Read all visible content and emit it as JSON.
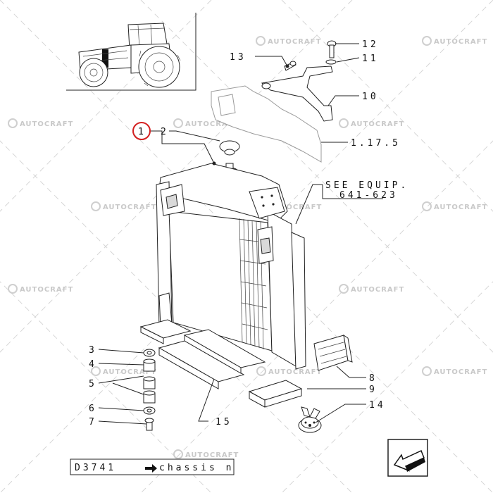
{
  "callouts": {
    "c1": "1",
    "c2": "2",
    "c3": "3",
    "c4": "4",
    "c5": "5",
    "c6": "6",
    "c7": "7",
    "c8": "8",
    "c9": "9",
    "c10": "10",
    "c11": "11",
    "c12": "12",
    "c13": "13",
    "c14": "14",
    "c15": "15",
    "c1175": "1.17.5"
  },
  "see_equip": {
    "line1": "SEE EQUIP.",
    "line2": "641-623"
  },
  "footer": {
    "code": "D3741",
    "suffix": "chassis n"
  },
  "watermark": "AUTOCRAFT",
  "colors": {
    "highlight_circle": "#d42020",
    "watermark": "#c9c9c9",
    "line": "#222222"
  },
  "icons": {
    "nav_arrow": "arrow-box-icon",
    "footer_arrow": "right-arrow-icon"
  }
}
